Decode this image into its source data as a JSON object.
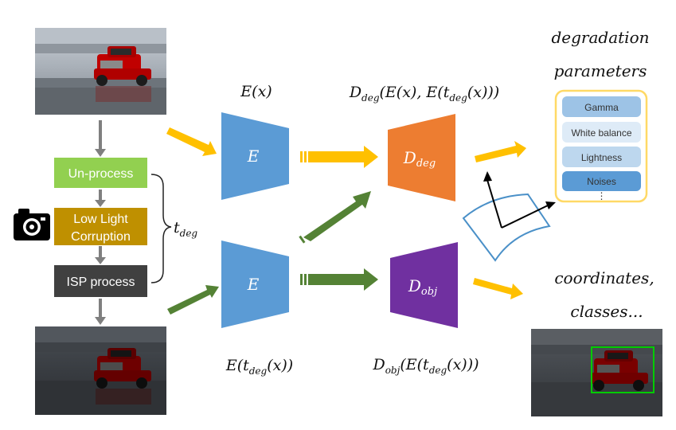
{
  "pipeline": {
    "unprocess": "Un-process",
    "lowlight_line1": "Low Light",
    "lowlight_line2": "Corruption",
    "isp": "ISP process",
    "tdeg_t": "t",
    "tdeg_sub": "deg"
  },
  "encoders": {
    "top_label": "E",
    "bottom_label": "E",
    "top_expr": "E(x)",
    "bottom_expr_a": "E(t",
    "bottom_expr_sub": "deg",
    "bottom_expr_b": "(x))"
  },
  "decoders": {
    "deg_main": "D",
    "deg_sub": "deg",
    "obj_main": "D",
    "obj_sub": "obj",
    "deg_expr": {
      "a": "D",
      "a_sub": "deg",
      "b": "(E(x), E(t",
      "b_sub": "deg",
      "c": "(x)))"
    },
    "obj_expr": {
      "a": "D",
      "a_sub": "obj",
      "b": "(E(t",
      "b_sub": "deg",
      "c": "(x)))"
    }
  },
  "outputs": {
    "params_line1": "degradation",
    "params_line2": "parameters",
    "params": [
      "Gamma",
      "White balance",
      "Lightness",
      "Noises"
    ],
    "params_more": "⋮",
    "coords_line1": "coordinates,",
    "coords_line2": "classes..."
  },
  "icons": {
    "camera": "camera-icon"
  },
  "colors": {
    "unprocess": "#92d050",
    "lowlight": "#bf9000",
    "isp": "#404040",
    "encoder": "#5b9bd5",
    "deg_decoder": "#ed7d31",
    "obj_decoder": "#7030a0",
    "arrow_yellow": "#ffc000",
    "arrow_green": "#548235",
    "arrow_gray": "#7f7f7f",
    "param_panel_border": "#ffd966",
    "param_light": "#9dc3e6",
    "param_lighter": "#deebf7",
    "param_dark": "#5b9bd5",
    "bbox": "#00cc00"
  }
}
